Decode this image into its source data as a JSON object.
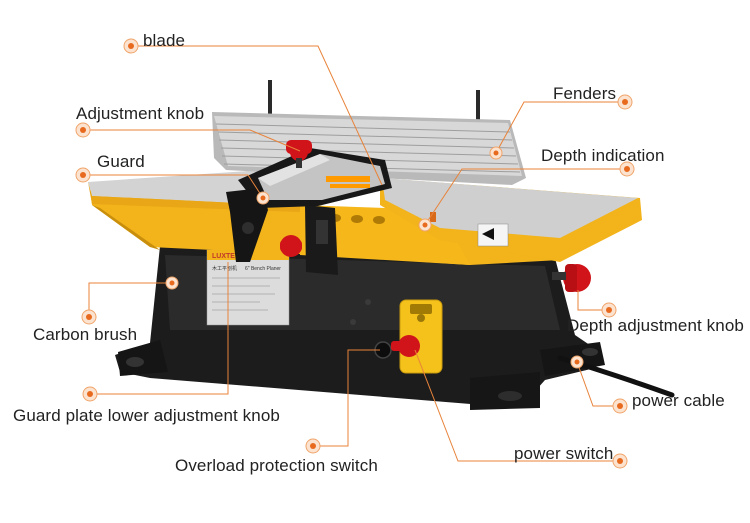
{
  "callouts": [
    {
      "id": "blade",
      "text": "blade"
    },
    {
      "id": "fenders",
      "text": "Fenders"
    },
    {
      "id": "adjustment-knob",
      "text": "Adjustment knob"
    },
    {
      "id": "guard",
      "text": "Guard"
    },
    {
      "id": "depth-indication",
      "text": "Depth indication"
    },
    {
      "id": "carbon-brush",
      "text": "Carbon brush"
    },
    {
      "id": "depth-adjustment-knob",
      "text": "Depth adjustment knob"
    },
    {
      "id": "power-cable",
      "text": "power cable"
    },
    {
      "id": "guard-plate-lower-adjustment-knob",
      "text": "Guard plate lower adjustment knob"
    },
    {
      "id": "power-switch",
      "text": "power switch"
    },
    {
      "id": "overload-protection-switch",
      "text": "Overload protection switch"
    }
  ],
  "product": {
    "brand": "LUXTER",
    "plate_title": "木工平刨机",
    "model": "6\" Bench Planer"
  },
  "colors": {
    "accent": "#e86a1f",
    "machine_yellow": "#f2b31b",
    "machine_black": "#1c1c1c",
    "knob_red": "#d0141a",
    "table_grey": "#c9c9c9"
  }
}
